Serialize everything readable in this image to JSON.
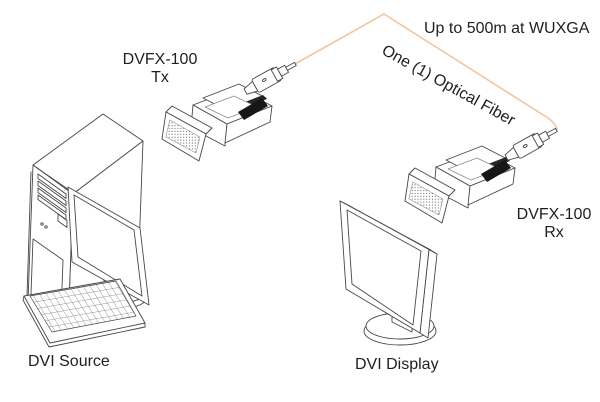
{
  "diagram": {
    "transmitter": {
      "model": "DVFX-100",
      "port": "Tx"
    },
    "receiver": {
      "model": "DVFX-100",
      "port": "Rx"
    },
    "fiber": {
      "capacity_label": "Up to 500m at WUXGA",
      "type_label": "One (1) Optical Fiber"
    },
    "source": {
      "label": "DVI Source"
    },
    "display": {
      "label": "DVI Display"
    },
    "colors": {
      "fiber": "#f4c49c",
      "line_art": "#474747",
      "text": "#1f1f1f"
    }
  }
}
